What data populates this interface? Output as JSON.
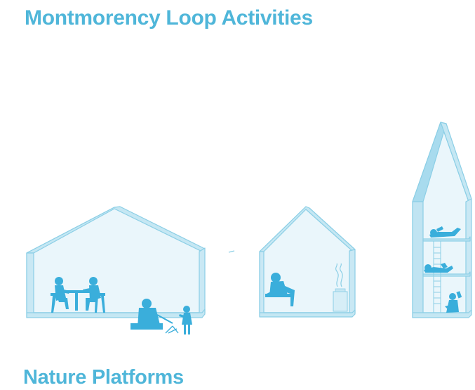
{
  "title": "Montmorency Loop Activities",
  "section_title": "Nature Platforms",
  "colors": {
    "accent": "#4fb6d9",
    "structure_fill": "#d6eef7",
    "structure_edge": "#8ccfe6",
    "figure": "#3aaedb"
  },
  "illustration": {
    "shelters": [
      {
        "name": "shelter-large",
        "activities": [
          "people-at-table",
          "campfire-with-child"
        ]
      },
      {
        "name": "shelter-small",
        "activities": [
          "seated-person",
          "woodstove"
        ]
      },
      {
        "name": "tower-shelter",
        "activities": [
          "reclining-person-top",
          "reclining-person-middle",
          "ladder",
          "seated-reader"
        ]
      }
    ]
  }
}
